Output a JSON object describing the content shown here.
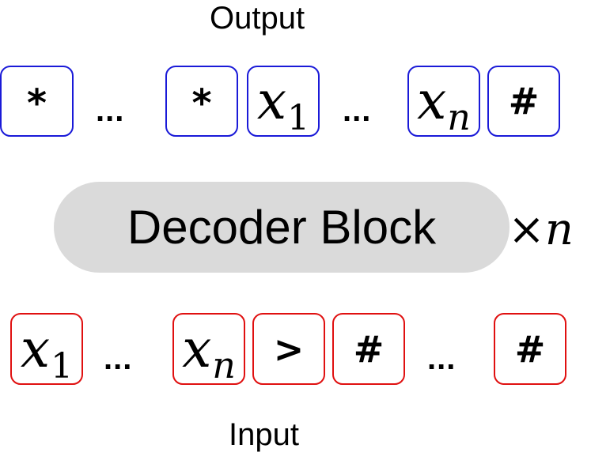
{
  "output_label": "Output",
  "input_label": "Input",
  "decoder": {
    "label": "Decoder Block",
    "repeat_symbol": "×",
    "repeat_var": "n"
  },
  "output_tokens": [
    {
      "type": "symbol",
      "text": "*"
    },
    {
      "type": "ellipsis",
      "text": "..."
    },
    {
      "type": "symbol",
      "text": "*"
    },
    {
      "type": "math",
      "var": "x",
      "sub": "1"
    },
    {
      "type": "ellipsis",
      "text": "..."
    },
    {
      "type": "math",
      "var": "x",
      "sub": "n"
    },
    {
      "type": "symbol",
      "text": "#"
    }
  ],
  "input_tokens": [
    {
      "type": "math",
      "var": "x",
      "sub": "1"
    },
    {
      "type": "ellipsis",
      "text": "..."
    },
    {
      "type": "math",
      "var": "x",
      "sub": "n"
    },
    {
      "type": "symbol",
      "text": ">"
    },
    {
      "type": "symbol",
      "text": "#"
    },
    {
      "type": "ellipsis",
      "text": "..."
    },
    {
      "type": "symbol",
      "text": "#"
    }
  ],
  "colors": {
    "output_border": "#1a1ad8",
    "input_border": "#e01010",
    "decoder_fill": "#dadada"
  }
}
